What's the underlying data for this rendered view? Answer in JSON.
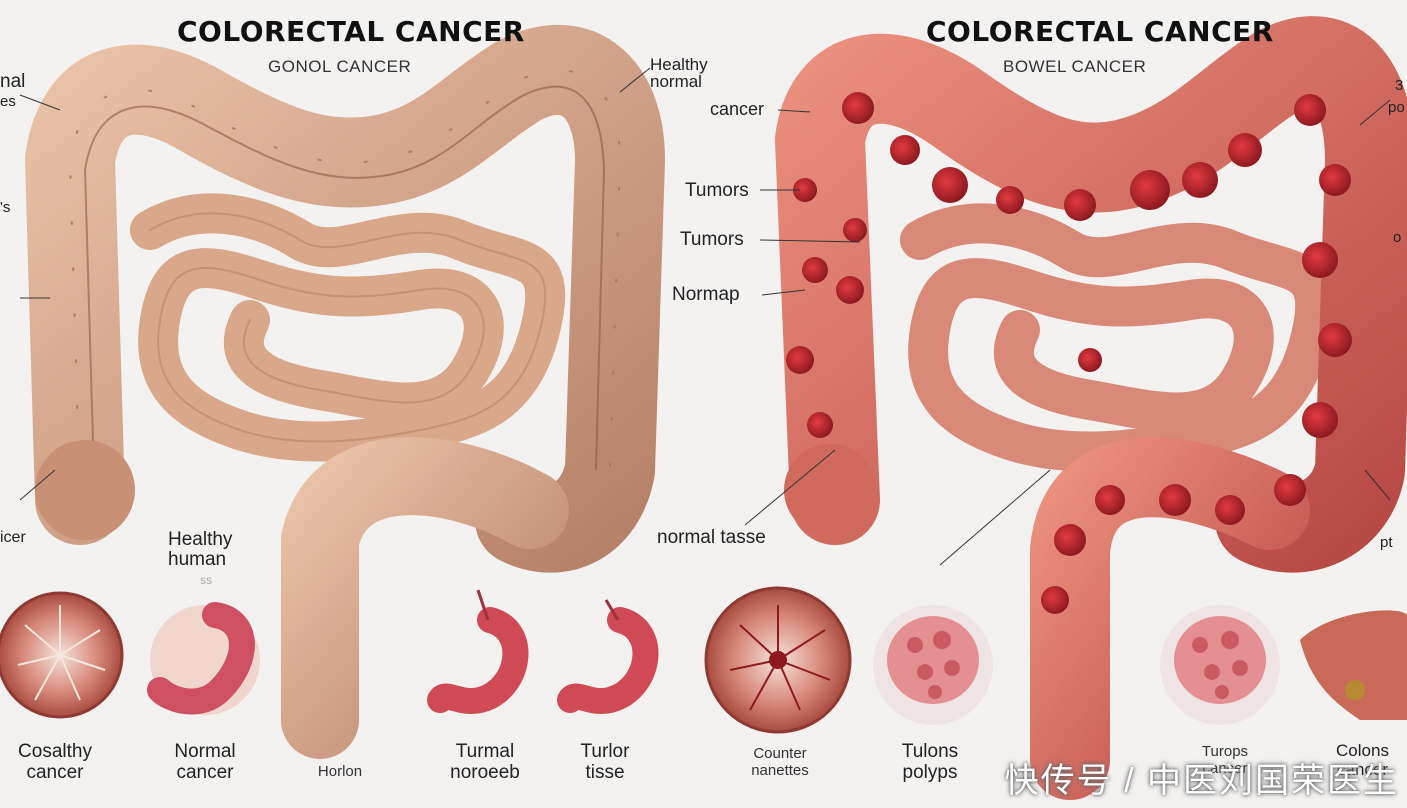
{
  "left": {
    "title": "COLORECTAL CANCER",
    "subtitle": "GONOL CANCER",
    "edge_labels": [
      "nal",
      "es",
      "'s",
      "icer"
    ],
    "labels": {
      "healthy_normal": "Healthy\nnormal",
      "healthy_human": "Healthy\nhuman",
      "faint": "ss"
    },
    "captions": [
      "Cosalthy\ncancer",
      "Normal\ncancer",
      "Horlon",
      "Turmal\nnoroeeb",
      "Turlor\ntisse"
    ]
  },
  "right": {
    "title": "COLORECTAL CANCER",
    "subtitle": "BOWEL CANCER",
    "labels": {
      "cancer": "cancer",
      "tumors1": "Tumors",
      "tumors2": "Tumors",
      "normap": "Normap",
      "normal_tasse": "normal tasse"
    },
    "edge_labels": [
      "3",
      "po",
      "o",
      "pt"
    ],
    "captions": [
      "Counter\nnanettes",
      "Tulons\npolyps",
      "Turops\ncancer",
      "Colons\ncancer"
    ]
  },
  "watermark": "快传号 / 中医刘国荣医生",
  "colors": {
    "healthy": "#d9a789",
    "healthy_dark": "#a8705a",
    "cancer": "#d9655a",
    "tumor": "#b8242a",
    "background": "#f4f2f0"
  }
}
